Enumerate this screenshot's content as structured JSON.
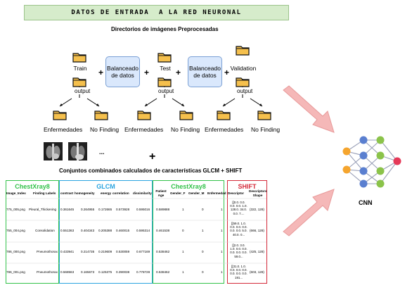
{
  "banner": "DATOS DE ENTRADA  A LA RED NEURONAL",
  "subtitle_dirs": "Directorios de imágenes Preprocesadas",
  "subtitle_feat": "Conjuntos combinados calculados de características GLCM + SHIFT",
  "splits": [
    {
      "name": "Train",
      "output": "output"
    },
    {
      "name": "Test",
      "output": "output"
    },
    {
      "name": "Validation",
      "output": "output"
    }
  ],
  "balance_label": "Balanceado de datos",
  "balance_line1": "Balanceado",
  "balance_line2": "de datos",
  "class_enfermedades": "Enfermedades",
  "class_nofinding": "No Finding",
  "plus": "+",
  "ellipsis": "...",
  "colors": {
    "banner": "#d6eccb",
    "balance": "#dae8fc",
    "green": "#33c24a",
    "blue": "#2aa4e0",
    "red": "#d42a3a",
    "arrow": "#f5b8b8",
    "folder": "#f5c04d"
  },
  "table": {
    "group1_title": "ChestXray8",
    "group2_title": "GLCM",
    "group3_title": "ChestXray8",
    "group4_title": "SHIFT",
    "headers": {
      "image_index": "Image_Index",
      "finding_labels": "Finding Labels",
      "contrast": "contrast",
      "homogeneity": "homogeneity",
      "energy": "energy",
      "correlation": "correlation",
      "dissimilarity": "dissimilarity",
      "patient_age": "Patient Age",
      "gender_f": "Gender_F",
      "gender_m": "Gender_M",
      "enfermedad": "Enfermedad",
      "descriptor": "Descriptor",
      "descriptors_shape": "Descriptors Shape"
    },
    "rows": [
      {
        "image": "775_005.png",
        "label": "Pleural_Thickening",
        "contrast": "0.361645",
        "homogeneity": "0.264955",
        "energy": "0.172665",
        "correlation": "0.573928",
        "dissimilarity": "0.595016",
        "age": "0.589888",
        "gf": "1",
        "gm": "0",
        "enf": "1",
        "descriptor": "[[0.0. 0.0. 0.0. 0.0. 1.0. 128.0. 34.0. 0.0. 7....",
        "shape": "(322, 128)"
      },
      {
        "image": "755_004.png",
        "label": "Consolidation",
        "contrast": "0.551363",
        "homogeneity": "0.404343",
        "energy": "0.205388",
        "correlation": "0.460015",
        "dissimilarity": "0.595314",
        "age": "0.461538",
        "gf": "0",
        "gm": "1",
        "enf": "1",
        "descriptor": "[[59.0. 1.0. 0.0. 0.0. 0.0. 0.0. 0.0. 5.0. 40.0. 0...",
        "shape": "(666, 128)"
      },
      {
        "image": "786_000.png",
        "label": "Pneumothorax",
        "contrast": "0.433941",
        "homogeneity": "0.214735",
        "energy": "0.219609",
        "correlation": "0.530059",
        "dissimilarity": "0.677169",
        "age": "0.538462",
        "gf": "1",
        "gm": "0",
        "enf": "1",
        "descriptor": "[[2.0. 3.0. 1.0. 0.0. 0.0. 0.0. 0.0. 0.0. 59.0...",
        "shape": "(425, 128)"
      },
      {
        "image": "786_001.png",
        "label": "Pneumothorax",
        "contrast": "0.568563",
        "homogeneity": "0.165673",
        "energy": "0.125375",
        "correlation": "0.390038",
        "dissimilarity": "0.778728",
        "age": "0.538462",
        "gf": "1",
        "gm": "0",
        "enf": "1",
        "descriptor": "[[31.0. 1.0. 0.0. 0.0. 0.0. 0.0. 0.0. 0.0. 191...",
        "shape": "(603, 128)"
      }
    ]
  },
  "cnn_label": "CNN"
}
